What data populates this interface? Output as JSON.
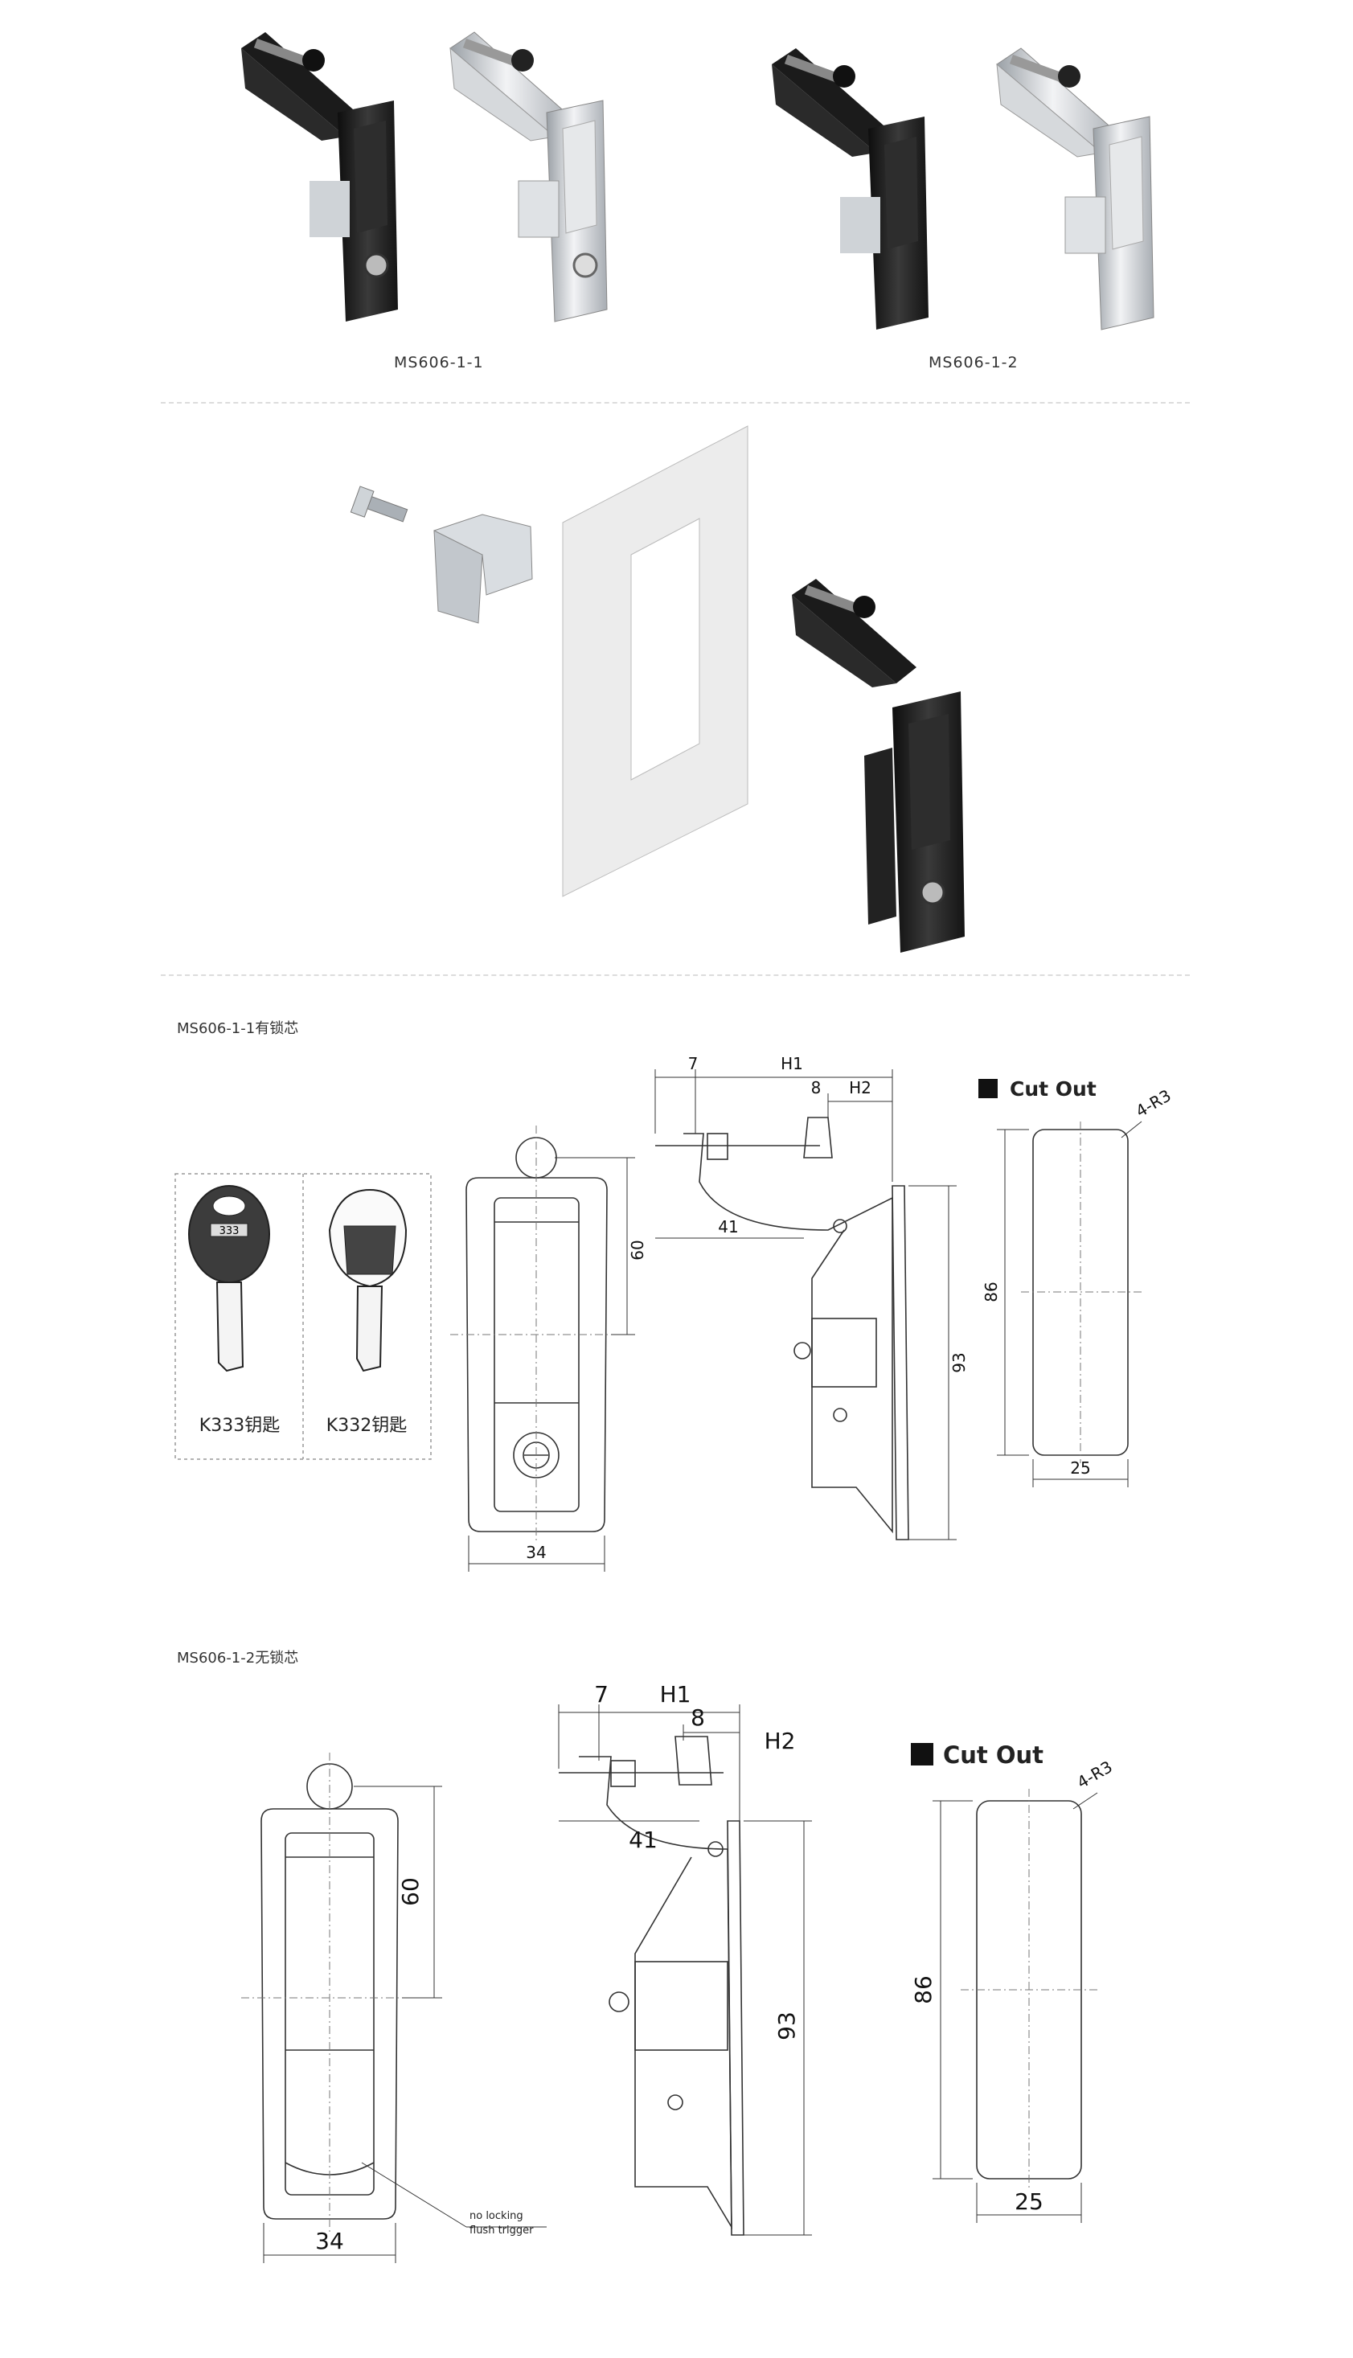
{
  "products": {
    "caption_1": "MS606-1-1",
    "caption_2": "MS606-1-2"
  },
  "drawing_1": {
    "label": "MS606-1-1有锁芯",
    "keys": [
      "K333钥匙",
      "K332钥匙"
    ],
    "key_tag": "333",
    "dims": {
      "h1": "H1",
      "h2": "H2",
      "d7": "7",
      "d8": "8",
      "d41": "41",
      "d60": "60",
      "d93": "93",
      "d34": "34",
      "d86": "86",
      "d25": "25",
      "r": "4-R3"
    },
    "cutout_title": "Cut Out"
  },
  "drawing_2": {
    "label": "MS606-1-2无锁芯",
    "dims": {
      "h1": "H1",
      "h2": "H2",
      "d7": "7",
      "d8": "8",
      "d41": "41",
      "d60": "60",
      "d93": "93",
      "d34": "34",
      "d86": "86",
      "d25": "25",
      "r": "4-R3"
    },
    "cutout_title": "Cut Out",
    "note_line1": "no locking",
    "note_line2": "flush trigger"
  },
  "colors": {
    "black_finish": "#1e1e1e",
    "chrome_finish": "#c8ccd0",
    "panel": "#ececec"
  }
}
